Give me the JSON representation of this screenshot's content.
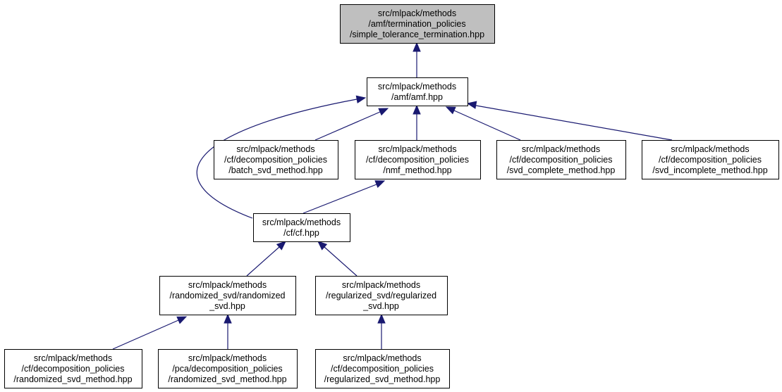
{
  "diagram": {
    "nodes": [
      {
        "id": "root",
        "lines": [
          "src/mlpack/methods",
          "/amf/termination_policies",
          "/simple_tolerance_termination.hpp"
        ]
      },
      {
        "id": "amf",
        "lines": [
          "src/mlpack/methods",
          "/amf/amf.hpp"
        ]
      },
      {
        "id": "batch",
        "lines": [
          "src/mlpack/methods",
          "/cf/decomposition_policies",
          "/batch_svd_method.hpp"
        ]
      },
      {
        "id": "nmf",
        "lines": [
          "src/mlpack/methods",
          "/cf/decomposition_policies",
          "/nmf_method.hpp"
        ]
      },
      {
        "id": "svdc",
        "lines": [
          "src/mlpack/methods",
          "/cf/decomposition_policies",
          "/svd_complete_method.hpp"
        ]
      },
      {
        "id": "svdi",
        "lines": [
          "src/mlpack/methods",
          "/cf/decomposition_policies",
          "/svd_incomplete_method.hpp"
        ]
      },
      {
        "id": "cf",
        "lines": [
          "src/mlpack/methods",
          "/cf/cf.hpp"
        ]
      },
      {
        "id": "rsvd",
        "lines": [
          "src/mlpack/methods",
          "/randomized_svd/randomized",
          "_svd.hpp"
        ]
      },
      {
        "id": "regsvd",
        "lines": [
          "src/mlpack/methods",
          "/regularized_svd/regularized",
          "_svd.hpp"
        ]
      },
      {
        "id": "cfrand",
        "lines": [
          "src/mlpack/methods",
          "/cf/decomposition_policies",
          "/randomized_svd_method.hpp"
        ]
      },
      {
        "id": "pcarand",
        "lines": [
          "src/mlpack/methods",
          "/pca/decomposition_policies",
          "/randomized_svd_method.hpp"
        ]
      },
      {
        "id": "cfreg",
        "lines": [
          "src/mlpack/methods",
          "/cf/decomposition_policies",
          "/regularized_svd_method.hpp"
        ]
      }
    ],
    "edges": [
      {
        "from": "amf",
        "to": "root"
      },
      {
        "from": "batch",
        "to": "amf"
      },
      {
        "from": "nmf",
        "to": "amf"
      },
      {
        "from": "svdc",
        "to": "amf"
      },
      {
        "from": "svdi",
        "to": "amf"
      },
      {
        "from": "cf",
        "to": "amf"
      },
      {
        "from": "cf",
        "to": "nmf"
      },
      {
        "from": "rsvd",
        "to": "cf"
      },
      {
        "from": "regsvd",
        "to": "cf"
      },
      {
        "from": "cfrand",
        "to": "rsvd"
      },
      {
        "from": "pcarand",
        "to": "rsvd"
      },
      {
        "from": "cfreg",
        "to": "regsvd"
      }
    ],
    "colors": {
      "edge": "#191970",
      "root_fill": "#bfbfbf",
      "node_fill": "#ffffff",
      "border": "#000000"
    }
  }
}
